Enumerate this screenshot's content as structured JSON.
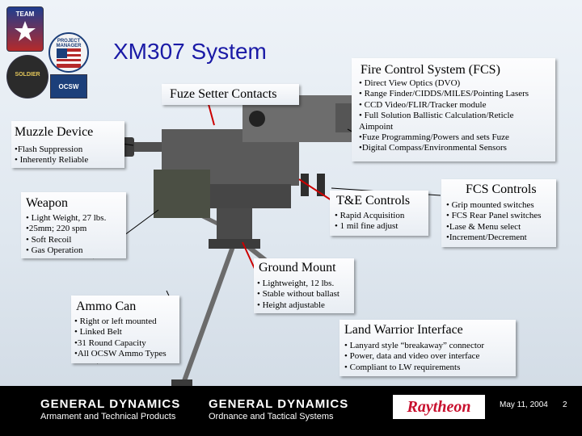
{
  "slide": {
    "title": "XM307 System",
    "logos": {
      "team_label": "TEAM",
      "patch_center_label": "SOLDIER",
      "patch_left_label": "PROJECT MANAGER",
      "patch_right_label": "OCSW"
    },
    "callouts": {
      "fcs": {
        "heading": "Fire Control System (FCS)",
        "items": [
          "• Direct View Optics (DVO)",
          "• Range Finder/CIDDS/MILES/Pointing Lasers",
          "• CCD Video/FLIR/Tracker module",
          "• Full Solution Ballistic Calculation/Reticle",
          "Aimpoint",
          "•Fuze Programming/Powers and sets Fuze",
          "•Digital Compass/Environmental Sensors"
        ]
      },
      "fuze": {
        "heading": "Fuze Setter Contacts"
      },
      "muzzle": {
        "heading": "Muzzle Device",
        "items": [
          "•Flash Suppression",
          "• Inherently Reliable"
        ]
      },
      "weapon": {
        "heading": "Weapon",
        "items": [
          "• Light Weight, 27 lbs.",
          "•25mm; 220 spm",
          "• Soft Recoil",
          "• Gas Operation"
        ]
      },
      "te": {
        "heading": "T&E Controls",
        "items": [
          "• Rapid Acquisition",
          "• 1 mil fine adjust"
        ]
      },
      "fcs_controls": {
        "heading": "FCS Controls",
        "items": [
          "• Grip mounted switches",
          "• FCS Rear Panel switches",
          "•Lase & Menu select",
          "•Increment/Decrement"
        ]
      },
      "ground": {
        "heading": "Ground Mount",
        "items": [
          "• Lightweight, 12 lbs.",
          "• Stable without ballast",
          "• Height adjustable"
        ]
      },
      "ammo": {
        "heading": "Ammo Can",
        "items": [
          "• Right or left mounted",
          "• Linked Belt",
          "•31 Round Capacity",
          "•All OCSW Ammo Types"
        ]
      },
      "lw": {
        "heading": "Land Warrior Interface",
        "items": [
          "• Lanyard style “breakaway” connector",
          "• Power, data and video over interface",
          "• Compliant to LW requirements"
        ]
      }
    },
    "footer": {
      "gd_left_name": "GENERAL DYNAMICS",
      "gd_left_sub": "Armament and Technical Products",
      "gd_right_name": "GENERAL DYNAMICS",
      "gd_right_sub": "Ordnance and Tactical Systems",
      "raytheon": "Raytheon",
      "date": "May 11, 2004",
      "page": "2"
    },
    "colors": {
      "title": "#1a1aa6",
      "pointer": "#cc0000",
      "footer_bg": "#000000",
      "raytheon_red": "#c8102e"
    }
  }
}
